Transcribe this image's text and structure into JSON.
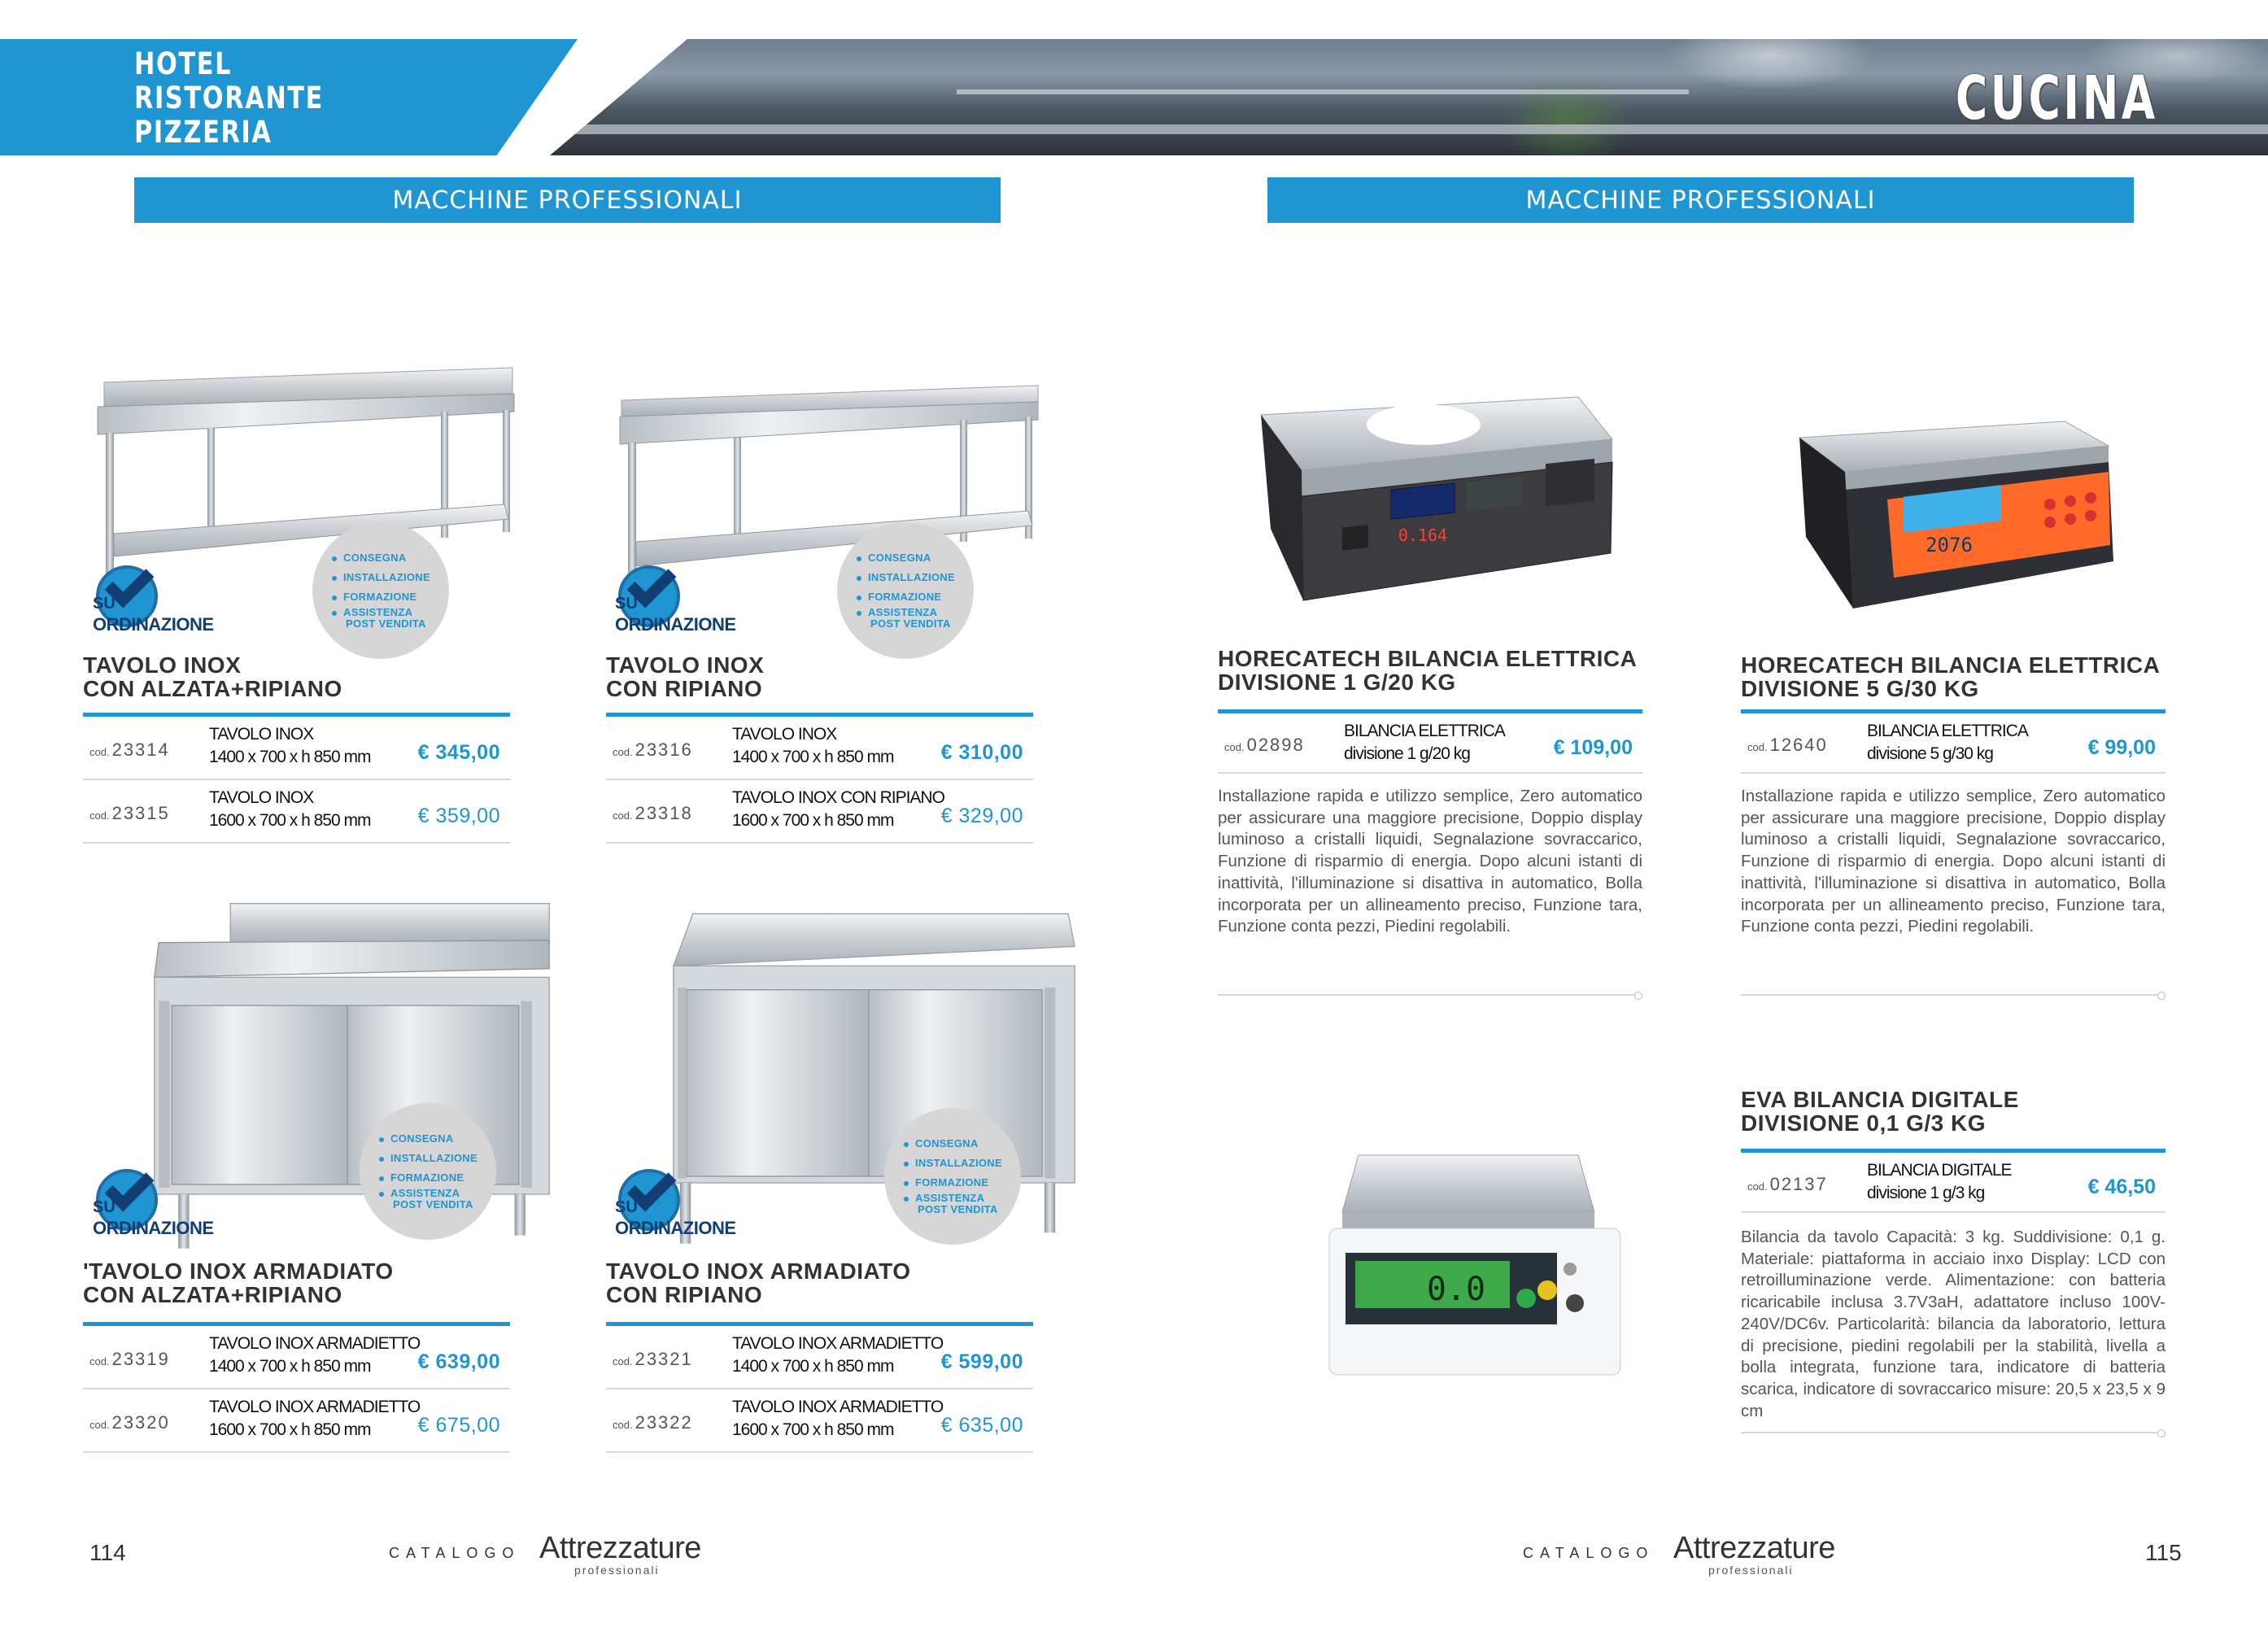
{
  "header": {
    "hotel_lines": [
      "HOTEL",
      "RISTORANTE",
      "PIZZERIA"
    ],
    "banner_word": "CUCINA"
  },
  "sections": {
    "left_title": "MACCHINE PROFESSIONALI",
    "right_title": "MACCHINE PROFESSIONALI"
  },
  "badges": {
    "su": "SU",
    "ordinazione": "ORDINAZIONE",
    "services": [
      "CONSEGNA",
      "INSTALLAZIONE",
      "FORMAZIONE",
      "ASSISTENZA",
      "POST VENDITA"
    ]
  },
  "tables": [
    {
      "title_lines": [
        "TAVOLO INOX",
        "CON ALZATA+RIPIANO"
      ],
      "rows": [
        {
          "cod_prefix": "cod.",
          "cod": "23314",
          "name": "TAVOLO INOX",
          "dim": "1400 x 700 x h 850 mm",
          "price": "€ 345,00"
        },
        {
          "cod_prefix": "cod.",
          "cod": "23315",
          "name": "TAVOLO INOX",
          "dim": "1600 x 700 x h 850 mm",
          "price": "€ 359,00"
        }
      ]
    },
    {
      "title_lines": [
        "TAVOLO INOX",
        "CON RIPIANO"
      ],
      "rows": [
        {
          "cod_prefix": "cod.",
          "cod": "23316",
          "name": "TAVOLO INOX",
          "dim": "1400 x 700 x h 850 mm",
          "price": "€ 310,00"
        },
        {
          "cod_prefix": "cod.",
          "cod": "23318",
          "name": "TAVOLO INOX CON RIPIANO",
          "dim": "1600 x 700 x h 850 mm",
          "price": "€ 329,00"
        }
      ]
    },
    {
      "title_lines": [
        "'TAVOLO INOX ARMADIATO",
        "CON ALZATA+RIPIANO"
      ],
      "rows": [
        {
          "cod_prefix": "cod.",
          "cod": "23319",
          "name": "TAVOLO INOX ARMADIETTO",
          "dim": "1400 x 700 x h 850 mm",
          "price": "€ 639,00"
        },
        {
          "cod_prefix": "cod.",
          "cod": "23320",
          "name": "TAVOLO INOX ARMADIETTO",
          "dim": "1600 x 700 x h 850 mm",
          "price": "€ 675,00"
        }
      ]
    },
    {
      "title_lines": [
        "TAVOLO INOX ARMADIATO",
        "CON RIPIANO"
      ],
      "rows": [
        {
          "cod_prefix": "cod.",
          "cod": "23321",
          "name": "TAVOLO INOX ARMADIETTO",
          "dim": "1400 x 700 x h 850 mm",
          "price": "€ 599,00"
        },
        {
          "cod_prefix": "cod.",
          "cod": "23322",
          "name": "TAVOLO INOX ARMADIETTO",
          "dim": "1600 x 700 x h 850 mm",
          "price": "€ 635,00"
        }
      ]
    }
  ],
  "scales": [
    {
      "title_lines": [
        "HORECATECH BILANCIA ELETTRICA",
        "DIVISIONE 1 G/20 KG"
      ],
      "cod_prefix": "cod.",
      "cod": "02898",
      "name": "BILANCIA ELETTRICA",
      "dim": "divisione 1 g/20 kg",
      "price": "€ 109,00",
      "display": "0.164",
      "desc": "Installazione rapida e utilizzo semplice, Zero automatico per assicurare una maggiore precisione, Doppio display luminoso a cristalli liquidi, Segnalazione sovraccarico, Funzione di risparmio di energia. Dopo alcuni istanti di inattività, l'illuminazione si disattiva in automatico, Bolla incorporata per un allineamento preciso, Funzione tara, Funzione conta pezzi, Piedini regolabili."
    },
    {
      "title_lines": [
        "HORECATECH BILANCIA ELETTRICA",
        "DIVISIONE 5 G/30 KG"
      ],
      "cod_prefix": "cod.",
      "cod": "12640",
      "name": "BILANCIA ELETTRICA",
      "dim": "divisione 5 g/30 kg",
      "price": "€ 99,00",
      "display": "2076",
      "desc": "Installazione rapida e utilizzo semplice, Zero automatico per assicurare una maggiore precisione, Doppio display luminoso a cristalli liquidi, Segnalazione sovraccarico, Funzione di risparmio di energia. Dopo alcuni istanti di inattività, l'illuminazione si disattiva in automatico, Bolla incorporata per un allineamento preciso, Funzione tara, Funzione conta pezzi, Piedini regolabili."
    },
    {
      "title_lines": [
        "EVA BILANCIA DIGITALE",
        "DIVISIONE 0,1 G/3 KG"
      ],
      "cod_prefix": "cod.",
      "cod": "02137",
      "name": "BILANCIA DIGITALE",
      "dim": "divisione 1 g/3 kg",
      "price": "€ 46,50",
      "display": "0.0",
      "desc": "Bilancia da tavolo Capacità: 3 kg. Suddivisione: 0,1 g. Materiale: piattaforma in acciaio inxo Display: LCD con retroilluminazione verde. Alimentazione: con batteria ricaricabile inclusa 3.7V3aH, adattatore incluso 100V-240V/DC6v. Particolarità: bilancia da laboratorio, lettura di precisione, piedini regolabili per la stabilità, livella a bolla integrata, funzione tara, indicatore di batteria scarica, indicatore di sovraccarico misure: 20,5 x 23,5 x 9 cm"
    }
  ],
  "footer": {
    "page_left": "114",
    "page_right": "115",
    "catalog_word": "CATALOGO",
    "brand": "Attrezzature",
    "brand_sub": "professionali"
  },
  "colors": {
    "accent": "#1f95d2",
    "dark_blue": "#123f73"
  }
}
